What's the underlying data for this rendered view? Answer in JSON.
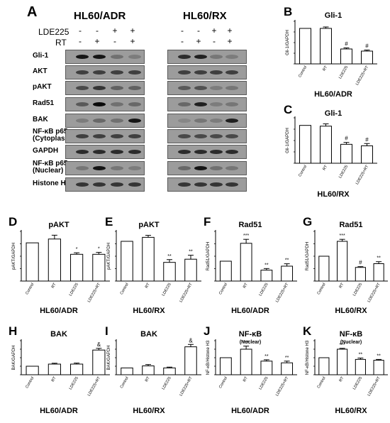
{
  "western_blot": {
    "panel_letter": "A",
    "cell_lines": [
      "HL60/ADR",
      "HL60/RX"
    ],
    "treatment_rows": [
      {
        "label": "LDE225",
        "symbols": [
          "-",
          "-",
          "+",
          "+"
        ]
      },
      {
        "label": "RT",
        "symbols": [
          "-",
          "+",
          "-",
          "+"
        ]
      }
    ],
    "proteins": [
      {
        "label": "Gli-1",
        "adr": [
          0.95,
          0.95,
          0.45,
          0.35
        ],
        "rx": [
          0.85,
          0.9,
          0.4,
          0.35
        ]
      },
      {
        "label": "AKT",
        "adr": [
          0.75,
          0.75,
          0.75,
          0.75
        ],
        "rx": [
          0.75,
          0.75,
          0.75,
          0.75
        ]
      },
      {
        "label": "pAKT",
        "adr": [
          0.7,
          0.8,
          0.55,
          0.55
        ],
        "rx": [
          0.6,
          0.65,
          0.35,
          0.4
        ]
      },
      {
        "label": "Rad51",
        "adr": [
          0.6,
          1.0,
          0.45,
          0.5
        ],
        "rx": [
          0.5,
          0.9,
          0.35,
          0.4
        ]
      },
      {
        "label": "BAK",
        "adr": [
          0.35,
          0.5,
          0.45,
          0.95
        ],
        "rx": [
          0.25,
          0.4,
          0.35,
          0.9
        ]
      },
      {
        "label": "NF-κB p65\n(Cytoplasm)",
        "adr": [
          0.75,
          0.75,
          0.75,
          0.75
        ],
        "rx": [
          0.7,
          0.7,
          0.7,
          0.7
        ]
      },
      {
        "label": "GAPDH",
        "adr": [
          0.85,
          0.85,
          0.85,
          0.85
        ],
        "rx": [
          0.85,
          0.85,
          0.85,
          0.85
        ]
      },
      {
        "label": "NF-κB p65\n(Nuclear)",
        "adr": [
          0.4,
          0.95,
          0.4,
          0.35
        ],
        "rx": [
          0.5,
          0.95,
          0.45,
          0.4
        ]
      },
      {
        "label": "Histone H3",
        "adr": [
          0.8,
          0.8,
          0.8,
          0.8
        ],
        "rx": [
          0.8,
          0.8,
          0.8,
          0.8
        ]
      }
    ]
  },
  "bar_style": {
    "bar_fill": "#ffffff",
    "bar_stroke": "#000000",
    "blot_bg": "#9c9c9c"
  },
  "chart_data": [
    {
      "letter": "B",
      "type": "bar",
      "title": "Gli-1",
      "subtitle": "",
      "ylabel": "Gli-1/GAPDH",
      "cell_line": "HL60/ADR",
      "categories": [
        "Control",
        "RT",
        "LDE225",
        "LDE225+RT"
      ],
      "values": [
        1.0,
        1.0,
        0.42,
        0.36
      ],
      "errors": [
        0.0,
        0.04,
        0.03,
        0.03
      ],
      "annotations": [
        "",
        "",
        "#",
        "#"
      ],
      "ylim": [
        0,
        1.2
      ],
      "yticks": []
    },
    {
      "letter": "C",
      "type": "bar",
      "title": "Gli-1",
      "subtitle": "",
      "ylabel": "Gli-1/GAPDH",
      "cell_line": "HL60/RX",
      "categories": [
        "Control",
        "RT",
        "LDE225",
        "LDE225+RT"
      ],
      "values": [
        1.0,
        0.98,
        0.5,
        0.46
      ],
      "errors": [
        0.0,
        0.06,
        0.05,
        0.06
      ],
      "annotations": [
        "",
        "",
        "#",
        "#"
      ],
      "ylim": [
        0,
        1.2
      ],
      "yticks": []
    },
    {
      "letter": "D",
      "type": "bar",
      "title": "pAKT",
      "subtitle": "",
      "ylabel": "pAKT/GAPDH",
      "cell_line": "HL60/ADR",
      "categories": [
        "Control",
        "RT",
        "LDE225",
        "LDE225+RT"
      ],
      "values": [
        1.0,
        1.1,
        0.7,
        0.7
      ],
      "errors": [
        0.0,
        0.1,
        0.04,
        0.05
      ],
      "annotations": [
        "",
        "",
        "*",
        "*"
      ],
      "ylim": [
        0,
        1.3
      ],
      "yticks": []
    },
    {
      "letter": "E",
      "type": "bar",
      "title": "pAKT",
      "subtitle": "",
      "ylabel": "pAKT/GAPDH",
      "cell_line": "HL60/RX",
      "categories": [
        "Control",
        "RT",
        "LDE225",
        "LDE225+RT"
      ],
      "values": [
        1.0,
        1.1,
        0.47,
        0.55
      ],
      "errors": [
        0.0,
        0.05,
        0.07,
        0.1
      ],
      "annotations": [
        "",
        "",
        "**",
        "**"
      ],
      "ylim": [
        0,
        1.25
      ],
      "yticks": []
    },
    {
      "letter": "F",
      "type": "bar",
      "title": "Rad51",
      "subtitle": "",
      "ylabel": "Rad51/GAPDH",
      "cell_line": "HL60/ADR",
      "categories": [
        "Control",
        "RT",
        "LDE225",
        "LDE225+RT"
      ],
      "values": [
        1.0,
        1.9,
        0.55,
        0.75
      ],
      "errors": [
        0.0,
        0.2,
        0.08,
        0.12
      ],
      "annotations": [
        "",
        "***",
        "**",
        "**"
      ],
      "ylim": [
        0,
        2.5
      ],
      "yticks": []
    },
    {
      "letter": "G",
      "type": "bar",
      "title": "Rad51",
      "subtitle": "",
      "ylabel": "Rad51/GAPDH",
      "cell_line": "HL60/RX",
      "categories": [
        "Control",
        "RT",
        "LDE225",
        "LDE225+RT"
      ],
      "values": [
        1.0,
        1.6,
        0.55,
        0.7
      ],
      "errors": [
        0.0,
        0.08,
        0.03,
        0.08
      ],
      "annotations": [
        "",
        "***",
        "#",
        "**"
      ],
      "ylim": [
        0,
        2.0
      ],
      "yticks": []
    },
    {
      "letter": "H",
      "type": "bar",
      "title": "BAK",
      "subtitle": "",
      "ylabel": "BAK/GAPDH",
      "cell_line": "HL60/ADR",
      "categories": [
        "Control",
        "RT",
        "LDE225",
        "LDE225+RT"
      ],
      "values": [
        1.0,
        1.25,
        1.25,
        2.9
      ],
      "errors": [
        0.0,
        0.1,
        0.12,
        0.2
      ],
      "annotations": [
        "",
        "",
        "",
        "&"
      ],
      "ylim": [
        0,
        4
      ],
      "yticks": []
    },
    {
      "letter": "I",
      "type": "bar",
      "title": "BAK",
      "subtitle": "",
      "ylabel": "BAK/GAPDH",
      "cell_line": "HL60/RX",
      "categories": [
        "Control",
        "RT",
        "LDE225",
        "LDE225+RT"
      ],
      "values": [
        1.0,
        1.3,
        1.0,
        4.1
      ],
      "errors": [
        0.0,
        0.2,
        0.12,
        0.35
      ],
      "annotations": [
        "",
        "",
        "",
        "&"
      ],
      "ylim": [
        0,
        5
      ],
      "yticks": []
    },
    {
      "letter": "J",
      "type": "bar",
      "title": "NF-κB",
      "subtitle": "(Nuclear)",
      "ylabel": "NF-κB/Histone H3",
      "cell_line": "HL60/ADR",
      "categories": [
        "Control",
        "RT",
        "LDE225",
        "LDE225+RT"
      ],
      "values": [
        1.0,
        1.5,
        0.8,
        0.7
      ],
      "errors": [
        0.0,
        0.18,
        0.08,
        0.1
      ],
      "annotations": [
        "",
        "***",
        "**",
        "**"
      ],
      "ylim": [
        0,
        2.0
      ],
      "yticks": []
    },
    {
      "letter": "K",
      "type": "bar",
      "title": "NF-κB",
      "subtitle": "(Nuclear)",
      "ylabel": "NF-κB/Histone H3",
      "cell_line": "HL60/RX",
      "categories": [
        "Control",
        "RT",
        "LDE225",
        "LDE225+RT"
      ],
      "values": [
        1.0,
        1.5,
        0.9,
        0.85
      ],
      "errors": [
        0.0,
        0.05,
        0.08,
        0.05
      ],
      "annotations": [
        "",
        "***",
        "**",
        "**"
      ],
      "ylim": [
        0,
        2.0
      ],
      "yticks": []
    }
  ]
}
